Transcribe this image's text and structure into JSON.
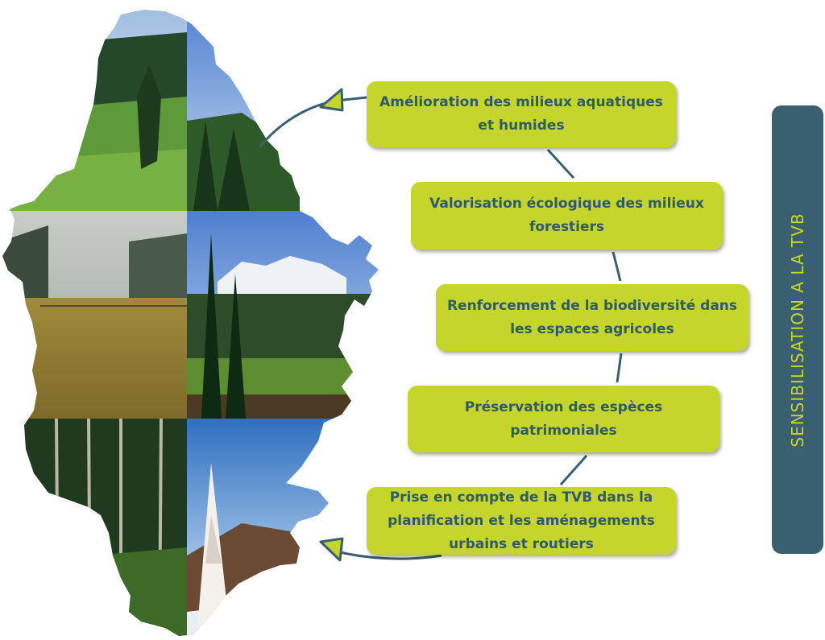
{
  "steps": [
    "Amélioration des milieux aquatiques et humides",
    "Valorisation écologique des milieux forestiers",
    "Renforcement de la biodiversité dans les espaces agricoles",
    "Préservation des espèces patrimoniales",
    "Prise en compte de la TVB dans la planification et les aménagements urbains et routiers"
  ],
  "side_label": "SENSIBILISATION A LA TVB",
  "colors": {
    "box_fill": "#c5d52c",
    "box_text": "#2f5a69",
    "connector": "#3a5f70",
    "side_fill": "#3a5f70",
    "side_text": "#c5d52c"
  },
  "photo_panels": [
    "wooded pasture with conifers",
    "alpine meadow with spruce",
    "misty grassland with fence",
    "snowy peaks behind forest and field",
    "dense conifer forest",
    "snow-covered spruce at sunset"
  ]
}
